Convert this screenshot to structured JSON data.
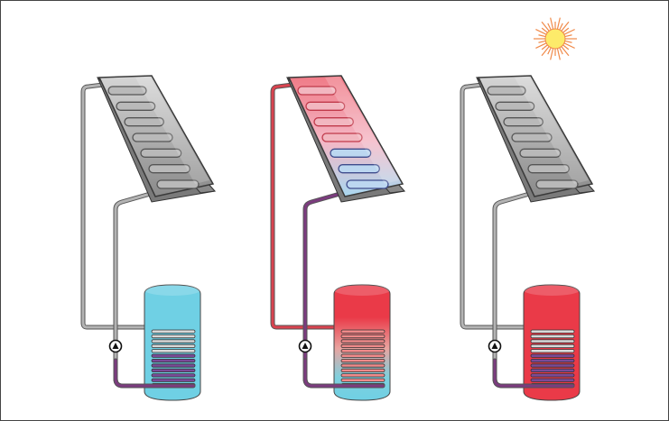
{
  "diagram": {
    "panels": [
      {
        "id": "no-sun",
        "sun": false,
        "collector_state": "cold",
        "tank_state": "cold",
        "coil_state": "cold-lower"
      },
      {
        "id": "sun-heating",
        "sun": true,
        "collector_state": "hot",
        "tank_state": "stratified",
        "coil_state": "hot"
      },
      {
        "id": "sun-hot-tank",
        "sun": true,
        "collector_state": "cold",
        "tank_state": "hot",
        "coil_state": "cold-lower"
      }
    ],
    "colors": {
      "frame": "#5c5c5c",
      "pipe_grey": "#b4b4b4",
      "pipe_hot": "#d9434f",
      "pipe_cool": "#7b3c7e",
      "tank_cold": "#6fd0e4",
      "tank_hot": "#ea3a48",
      "coil_light": "#d9d9d9",
      "coil_dark": "#7a4a98",
      "coil_hot": "#f08a8a",
      "sun_fill": "#fdeb6a",
      "sun_rays": "#f08a4a",
      "glass_top": "#cfcfcf",
      "glass_bottom": "#8f8f8f"
    },
    "icons": [
      "sun-icon",
      "pump-icon"
    ]
  }
}
